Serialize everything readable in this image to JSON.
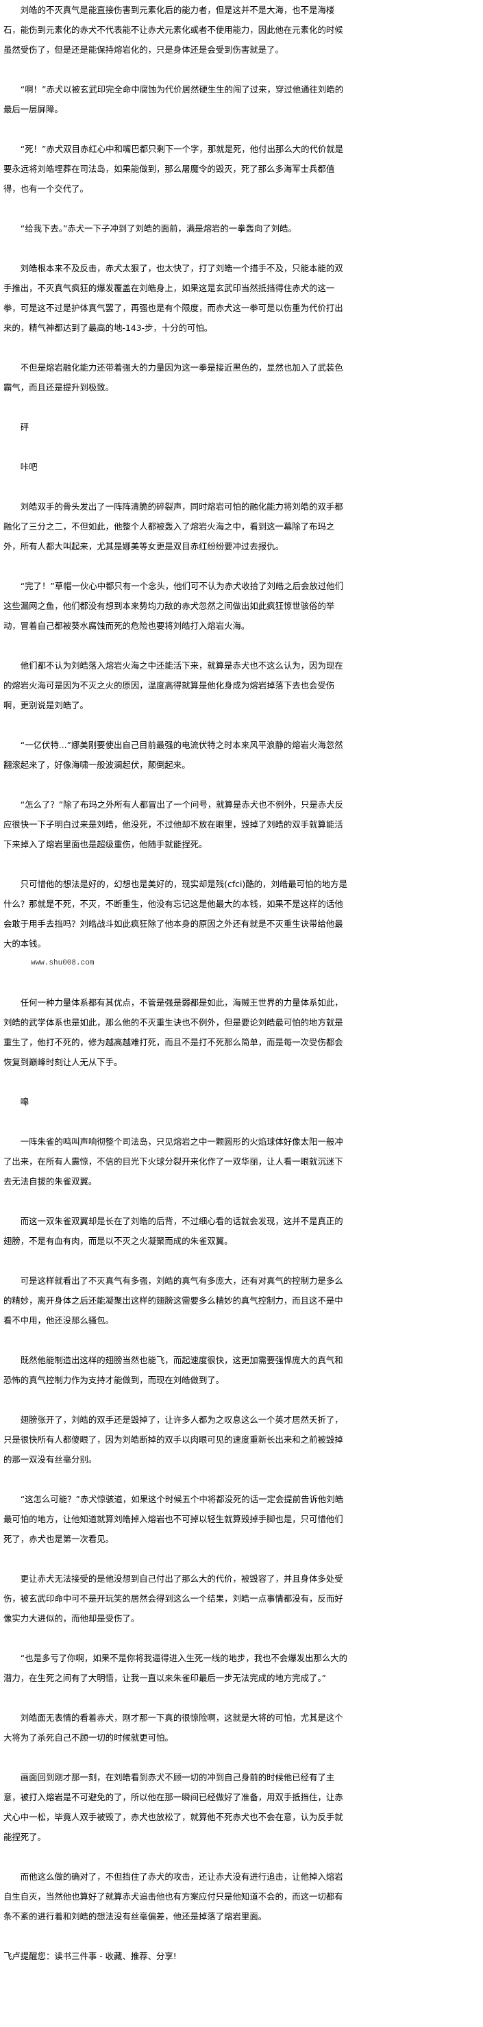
{
  "paragraphs": [
    "刘皓的不灭真气是能直接伤害到元素化后的能力者，但是这并不是大海，也不是海楼石，能伤到元素化的赤犬不代表能不让赤犬元素化或者不使用能力，因此他在元素化的时候虽然受伤了，但是还是能保持熔岩化的，只是身体还是会受到伤害就是了。",
    "“啊！”赤犬以被玄武印完全命中腐蚀为代价居然硬生生的闯了过来，穿过他通往刘皓的最后一层屏障。",
    "“死！”赤犬双目赤红心中和嘴巴都只剩下一个字，那就是死，他付出那么大的代价就是要永远将刘皓埋葬在司法岛，如果能做到，那么屠魔令的毁灭，死了那么多海军士兵都值得，也有一个交代了。",
    "“给我下去。”赤犬一下子冲到了刘皓的面前，满是熔岩的一拳轰向了刘皓。",
    "刘皓根本来不及反击，赤犬太狠了，也太快了，打了刘皓一个措手不及，只能本能的双手推出，不灭真气疯狂的爆发覆盖在刘皓身上，如果这是玄武印当然抵挡得住赤犬的这一拳，可是这不过是护体真气罢了，再强也是有个限度，而赤犬这一拳可是以伤重为代价打出来的，精气神都达到了最高的地-143-步，十分的可怕。",
    "不但是熔岩融化能力还带着强大的力量因为这一拳是接近黑色的，显然也加入了武装色霸气，而且还是提升到极致。",
    "砰",
    "咔吧",
    "刘皓双手的骨头发出了一阵阵清脆的碎裂声，同时熔岩可怕的融化能力将刘皓的双手都融化了三分之二，不但如此，他整个人都被轰入了熔岩火海之中，看到这一幕除了布玛之外，所有人都大叫起来，尤其是娜美等女更是双目赤红纷纷要冲过去报仇。",
    "“完了！”草帽一伙心中都只有一个念头，他们可不认为赤犬收拾了刘皓之后会放过他们这些漏网之鱼，他们都没有想到本来势均力敌的赤犬忽然之间做出如此疯狂惊世骇俗的举动，冒着自己都被葵水腐蚀而死的危险也要将刘皓打入熔岩火海。",
    "他们都不认为刘皓落入熔岩火海之中还能活下来，就算是赤犬也不这么认为，因为现在的熔岩火海可是因为不灭之火的原因，温度高得就算是他化身成为熔岩掉落下去也会受伤啊，更别说是刘皓了。",
    "“一亿伏特...”娜美刚要使出自己目前最强的电流伏特之时本来风平浪静的熔岩火海忽然翻滚起来了，好像海啸一般波澜起伏，颠倒起来。",
    "“怎么了？”除了布玛之外所有人都冒出了一个问号，就算是赤犬也不例外，只是赤犬反应很快一下子明白过来是刘皓，他没死，不过他却不放在眼里，毁掉了刘皓的双手就算能活下来掉入了熔岩里面也是超级重伤，他随手就能捏死。",
    "只可惜他的想法是好的，幻想也是美好的，现实却是残(cfci)酷的，刘皓最可怕的地方是什么？那就是不死，不灭，不断重生，他没有忘记这是他最大的本钱，如果不是这样的话他会敢于用手去挡吗？刘皓战斗如此疯狂除了他本身的原因之外还有就是不灭重生诀带给他最大的本钱。",
    "任何一种力量体系都有其优点，不管是强是弱都是如此，海贼王世界的力量体系如此，刘皓的武学体系也是如此，那么他的不灭重生诀也不例外，但是要论刘皓最可怕的地方就是重生了，他打不死的，修为越高越难打死，而且不是打不死那么简单，而是每一次受伤都会恢复到巅峰时刻让人无从下手。",
    "嗥",
    "一阵朱雀的鸣叫声响彻整个司法岛，只见熔岩之中一颗圆形的火焰球体好像太阳一般冲了出来，在所有人震惊，不信的目光下火球分裂开来化作了一双华丽，让人看一眼就沉迷下去无法自拔的朱雀双翼。",
    "而这一双朱雀双翼却是长在了刘皓的后背，不过细心看的话就会发现，这并不是真正的翅膀，不是有血有肉，而是以不灭之火凝聚而成的朱雀双翼。",
    "可是这样就看出了不灭真气有多强，刘皓的真气有多庞大，还有对真气的控制力是多么的精妙，离开身体之后还能凝聚出这样的翅膀这需要多么精妙的真气控制力，而且这不是中看不中用，他还没那么骚包。",
    "既然他能制造出这样的翅膀当然也能飞，而起速度很快，这更加需要强悍庞大的真气和恐怖的真气控制力作为支持才能做到，而现在刘皓做到了。",
    "翅膀张开了，刘皓的双手还是毁掉了，让许多人都为之叹息这么一个英才居然夭折了，只是很快所有人都傻眼了，因为刘皓断掉的双手以肉眼可见的速度重新长出来和之前被毁掉的那一双没有丝毫分别。",
    "“这怎么可能？”赤犬惊骇道，如果这个时候五个中将都没死的话一定会提前告诉他刘皓最可怕的地方，让他知道就算刘皓掉入熔岩也不可掉以轻生就算毁掉手脚也是，只可惜他们死了，赤犬也是第一次看见。",
    "更让赤犬无法接受的是他没想到自己付出了那么大的代价，被毁容了，并且身体多处受伤，被玄武印命中可不是开玩笑的居然会得到这么一个结果，刘皓一点事情都没有，反而好像实力大进似的，而他却是受伤了。",
    "“也是多亏了你啊，如果不是你将我逼得进入生死一线的地步，我也不会爆发出那么大的潜力，在生死之间有了大明悟，让我一直以来朱雀印最后一步无法完成的地方完成了。”",
    "刘皓面无表情的看着赤犬，刚才那一下真的很惊险啊，这就是大将的可怕，尤其是这个大将为了杀死自己不顾一切的时候就更可怕。",
    "画面回到刚才那一刻，在刘皓看到赤犬不顾一切的冲到自己身前的时候他已经有了主意，被打入熔岩是不可避免的了，所以他在那一瞬间已经做好了准备，用双手抵挡住，让赤犬心中一松，毕竟人双手被毁了，赤犬也放松了，就算他不死赤犬也不会在意，认为反手就能捏死了。",
    "而他这么做的确对了，不但挡住了赤犬的攻击，还让赤犬没有进行追击，让他掉入熔岩自生自灭，当然他也算好了就算赤犬追击他也有方案应付只是他知道不会的，而这一切都有条不紊的进行着和刘皓的想法没有丝毫偏差，他还是掉落了熔岩里面。"
  ],
  "site_url": "www.shu008.com",
  "site_after_paragraph": 13,
  "footer": "飞卢提醒您：读书三件事 - 收藏、推荐、分享!"
}
